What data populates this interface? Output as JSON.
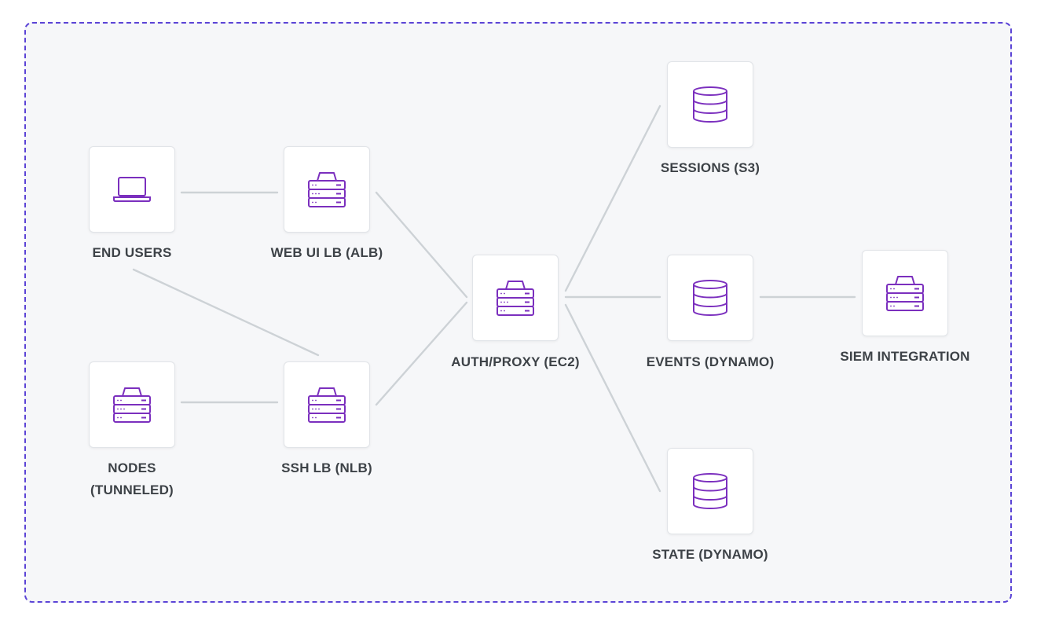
{
  "accent_color": "#7b2fbe",
  "frame_color": "#5b44d6",
  "nodes": {
    "end_users": {
      "label": "END USERS",
      "icon": "laptop-icon"
    },
    "web_ui_lb": {
      "label": "WEB UI LB (ALB)",
      "icon": "server-icon"
    },
    "nodes_tunneled": {
      "label_line1": "NODES",
      "label_line2": "(TUNNELED)",
      "icon": "server-icon"
    },
    "ssh_lb": {
      "label": "SSH LB (NLB)",
      "icon": "server-icon"
    },
    "auth_proxy": {
      "label": "AUTH/PROXY (EC2)",
      "icon": "server-icon"
    },
    "sessions": {
      "label": "SESSIONS (S3)",
      "icon": "database-icon"
    },
    "events": {
      "label": "EVENTS (DYNAMO)",
      "icon": "database-icon"
    },
    "siem": {
      "label": "SIEM INTEGRATION",
      "icon": "server-icon"
    },
    "state": {
      "label": "STATE (DYNAMO)",
      "icon": "database-icon"
    }
  },
  "edges": [
    [
      "end_users",
      "web_ui_lb"
    ],
    [
      "end_users",
      "ssh_lb"
    ],
    [
      "nodes_tunneled",
      "ssh_lb"
    ],
    [
      "web_ui_lb",
      "auth_proxy"
    ],
    [
      "ssh_lb",
      "auth_proxy"
    ],
    [
      "auth_proxy",
      "sessions"
    ],
    [
      "auth_proxy",
      "events"
    ],
    [
      "auth_proxy",
      "state"
    ],
    [
      "events",
      "siem"
    ]
  ]
}
